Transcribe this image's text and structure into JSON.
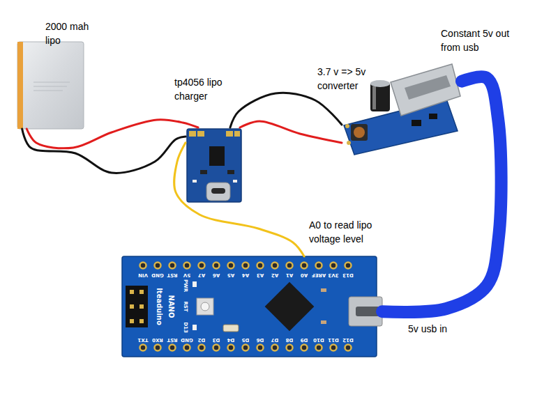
{
  "diagram": {
    "nodes": [
      {
        "text": [
          "2000 mah lipo"
        ]
      },
      {
        "text": [
          "tp4056 lipo charger"
        ]
      },
      {
        "text": [
          "3.7 v => 5v converter"
        ]
      },
      {
        "text": [
          "Iteaduino",
          "NANO"
        ]
      }
    ],
    "edges": [
      {
        "from": 0,
        "to": 1,
        "arrow": "none"
      },
      {
        "from": 0,
        "to": 1,
        "arrow": "none"
      },
      {
        "from": 1,
        "to": 2,
        "arrow": "none"
      },
      {
        "from": 1,
        "to": 2,
        "arrow": "none"
      },
      {
        "from": 2,
        "to": 3,
        "arrow": "none"
      },
      {
        "from": 1,
        "to": 3,
        "arrow": "none"
      }
    ],
    "labels": [
      "Constant 5v out from usb",
      "A0 to read lipo voltage level",
      "5v usb in",
      "VIN",
      "GND",
      "RST",
      "5V",
      "A7",
      "A6",
      "A5",
      "A4",
      "A3",
      "A2",
      "A1",
      "A0",
      "AREF",
      "3V3",
      "D13",
      "TX1",
      "RX0",
      "RST",
      "GND",
      "D2",
      "D3",
      "D4",
      "D5",
      "D6",
      "D7",
      "D8",
      "D9",
      "D10",
      "D11",
      "D12",
      "PWR",
      "RST",
      "D13"
    ]
  }
}
